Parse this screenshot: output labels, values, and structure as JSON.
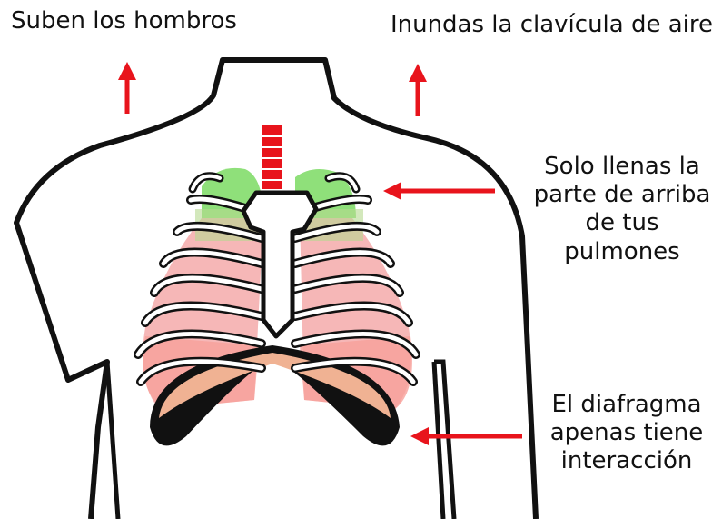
{
  "labels": {
    "shoulders": "Suben los hombros",
    "clavicle": "Inundas la clavícula de aire",
    "lungs": [
      "Solo llenas la",
      "parte de arriba",
      "de tus",
      "pulmones"
    ],
    "diaphragm": [
      "El diafragma",
      "apenas tiene",
      "interacción"
    ]
  },
  "colors": {
    "arrow": "#e8141c",
    "trachea": "#e8141c",
    "lung_top": "#8fe07a",
    "lung_body": "#f6b7b7",
    "lung_lower": "#f7a09a",
    "diaphragm_fill": "#f0b293",
    "outline": "#111111"
  },
  "icons": [
    "arrow-up-icon",
    "arrow-up-icon",
    "arrow-left-icon",
    "arrow-left-icon"
  ]
}
